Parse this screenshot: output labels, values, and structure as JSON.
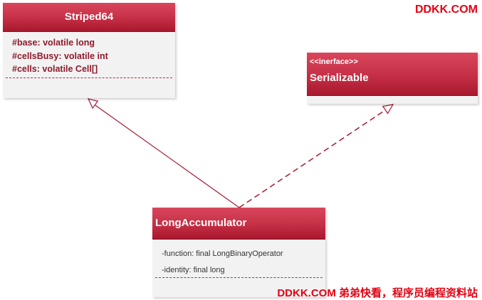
{
  "watermark_top": "DDKK.COM",
  "watermark_bottom": "DDKK.COM 弟弟快看，程序员编程资料站",
  "classes": {
    "striped64": {
      "name": "Striped64",
      "attributes": [
        "#base: volatile long",
        "#cellsBusy: volatile int",
        "#cells: volatile Cell[]"
      ]
    },
    "serializable": {
      "stereotype": "<<inerface>>",
      "name": "Serializable"
    },
    "long_accumulator": {
      "name": "LongAccumulator",
      "attributes": [
        "-function: final LongBinaryOperator",
        "-identity: final long"
      ]
    }
  },
  "relations": [
    {
      "from": "LongAccumulator",
      "to": "Striped64",
      "kind": "generalization"
    },
    {
      "from": "LongAccumulator",
      "to": "Serializable",
      "kind": "realization"
    }
  ],
  "colors": {
    "header": "#c52f45",
    "body": "#f2f2f2",
    "attr_text": "#8e1a2a",
    "line": "#a8182e",
    "watermark": "#e30012"
  }
}
